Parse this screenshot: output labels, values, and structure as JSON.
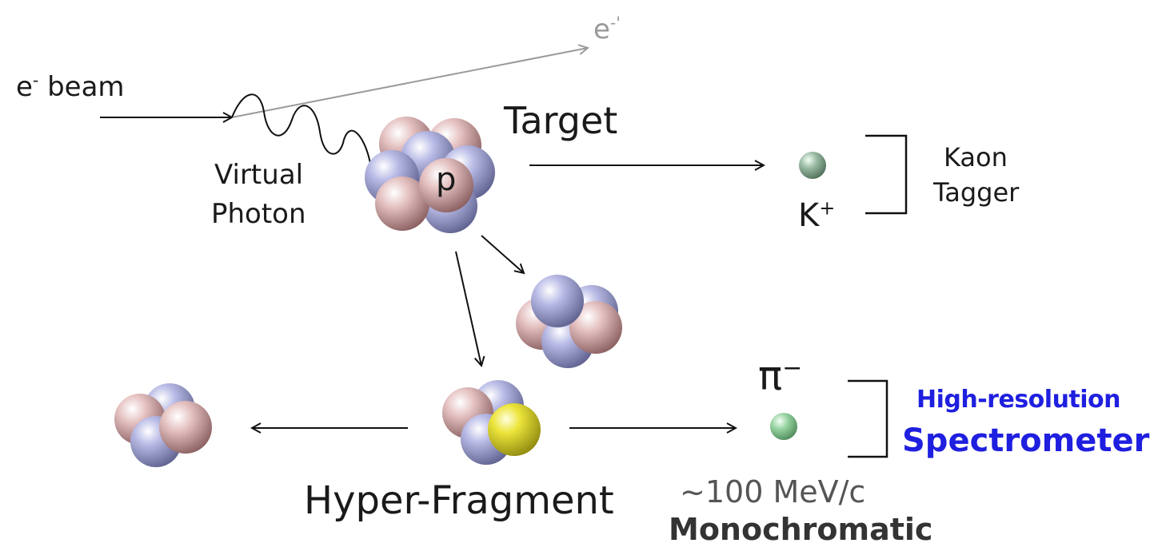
{
  "labels": {
    "e_beam_symbol": "e",
    "e_beam_sup": "-",
    "e_beam_text": " beam",
    "e_scattered_symbol": "e",
    "e_scattered_sup": "-'",
    "target": "Target",
    "virtual": "Virtual",
    "photon": "Photon",
    "proton": "p",
    "kaon_symbol": "K",
    "kaon_sup": "+",
    "kaon_tagger_line1": "Kaon",
    "kaon_tagger_line2": "Tagger",
    "pion_symbol": "π",
    "pion_sup": "−",
    "spectrometer_line1": "High-resolution",
    "spectrometer_line2": "Spectrometer",
    "hyper_fragment": "Hyper-Fragment",
    "momentum": "~100 MeV/c",
    "monochromatic": "Monochromatic"
  },
  "colors": {
    "proton_ball": "#d9a8a8",
    "neutron_ball": "#a6a8d8",
    "hyperon_ball": "#e8e030",
    "kaon_ball": "#8fb49a",
    "pion_ball": "#8fd09a",
    "arrow": "#111111",
    "scattered_electron": "#9a9a9a",
    "spectrometer_text": "#1f1fe0"
  }
}
